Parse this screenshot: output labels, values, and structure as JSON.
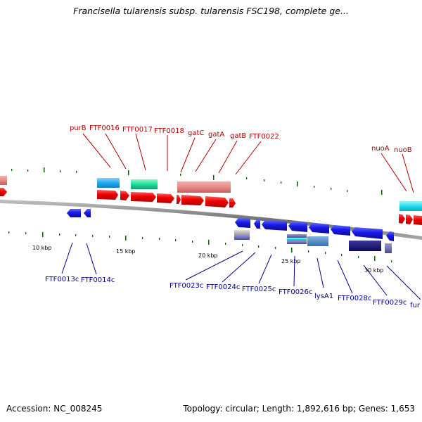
{
  "header": {
    "title": "Francisella tularensis subsp. tularensis FSC198, complete ge..."
  },
  "footer": {
    "accession": "Accession: NC_008245",
    "topology": "Topology: circular; Length: 1,892,616 bp; Genes: 1,653"
  },
  "colors": {
    "backbone": "#8a8a8a",
    "forward_label": "#b00000",
    "reverse_label": "#00008b",
    "forward_gene": "#ff0000",
    "reverse_gene": "#1010e0",
    "ruler_tick": "#006400"
  },
  "ruler_labels": [
    "10 kbp",
    "15 kbp",
    "20 kbp",
    "25 kbp",
    "30 kbp"
  ],
  "forward_genes": [
    "purB",
    "FTF0016",
    "FTF0017",
    "FTF0018",
    "gatC",
    "gatA",
    "gatB",
    "FTF0022",
    "nuoA",
    "nuoB"
  ],
  "reverse_genes": [
    "FTF0013c",
    "FTF0014c",
    "FTF0023c",
    "FTF0024c",
    "FTF0025c",
    "FTF0026c",
    "lysA1",
    "FTF0028c",
    "FTF0029c",
    "fur"
  ]
}
